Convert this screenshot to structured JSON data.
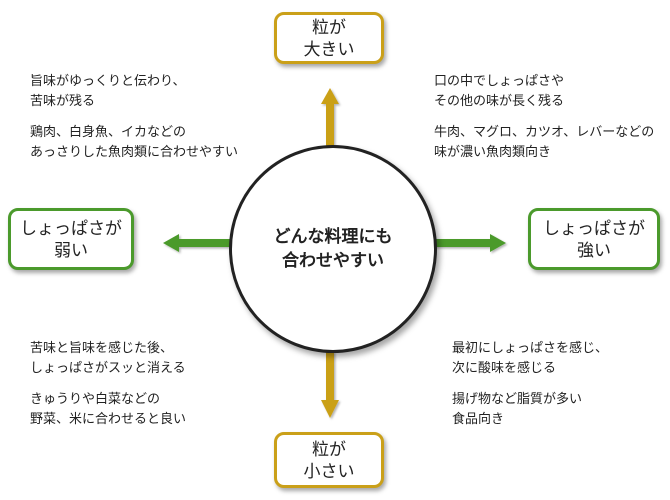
{
  "top_box": {
    "line1": "粒が",
    "line2": "大きい"
  },
  "bottom_box": {
    "line1": "粒が",
    "line2": "小さい"
  },
  "left_box": {
    "line1": "しょっぱさが",
    "line2": "弱い"
  },
  "right_box": {
    "line1": "しょっぱさが",
    "line2": "強い"
  },
  "center": {
    "line1": "どんな料理にも",
    "line2": "合わせやすい"
  },
  "notes": {
    "top_left": {
      "p1": [
        "旨味がゆっくりと伝わり、",
        "苦味が残る"
      ],
      "p2": [
        "鶏肉、白身魚、イカなどの",
        "あっさりした魚肉類に合わせやすい"
      ]
    },
    "top_right": {
      "p1": [
        "口の中でしょっぱさや",
        "その他の味が長く残る"
      ],
      "p2": [
        "牛肉、マグロ、カツオ、レバーなどの",
        "味が濃い魚肉類向き"
      ]
    },
    "bottom_left": {
      "p1": [
        "苦味と旨味を感じた後、",
        "しょっぱさがスッと消える"
      ],
      "p2": [
        "きゅうりや白菜などの",
        "野菜、米に合わせると良い"
      ]
    },
    "bottom_right": {
      "p1": [
        "最初にしょっぱさを感じ、",
        "次に酸味を感じる"
      ],
      "p2": [
        "揚げ物など脂質が多い",
        "食品向き"
      ]
    }
  },
  "colors": {
    "gold": "#caa019",
    "green": "#4b9a2c",
    "circle_border": "#222222"
  }
}
